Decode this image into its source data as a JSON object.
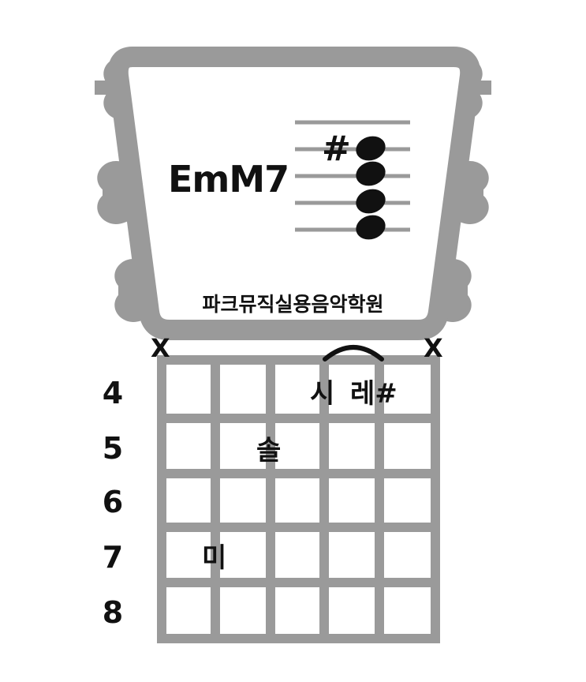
{
  "chord": {
    "name": "EmM7",
    "staff_accidental": "#",
    "academy_name": "파크뮤직실용음악학원"
  },
  "diagram": {
    "muted_left": "X",
    "muted_right": "X",
    "fret_numbers": [
      "4",
      "5",
      "6",
      "7",
      "8"
    ],
    "notes": [
      {
        "label": "시",
        "string": 4,
        "fret": 4
      },
      {
        "label": "레#",
        "string": 5,
        "fret": 4
      },
      {
        "label": "솔",
        "string": 3,
        "fret": 5
      },
      {
        "label": "미",
        "string": 2,
        "fret": 7
      }
    ],
    "string_count": 6,
    "fret_rows": 5
  },
  "colors": {
    "frame": "#9a9a9a",
    "ink": "#111111",
    "background": "#ffffff"
  }
}
